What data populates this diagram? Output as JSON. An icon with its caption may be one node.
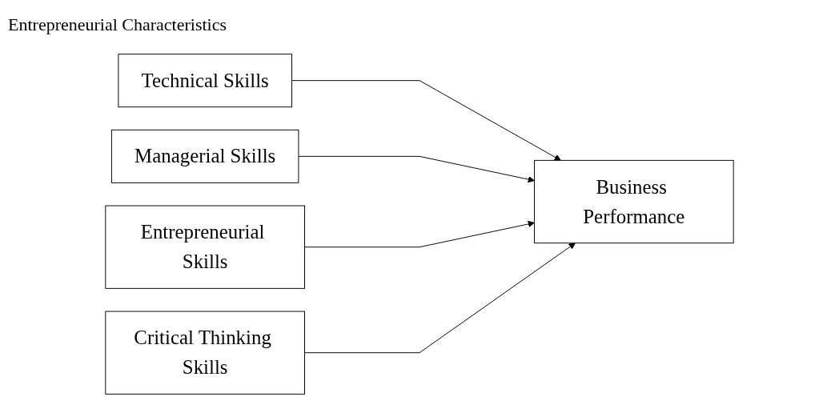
{
  "diagram": {
    "title": "Entrepreneurial Characteristics",
    "nodes": [
      {
        "text": [
          "Technical Skills"
        ]
      },
      {
        "text": [
          "Managerial Skills"
        ]
      },
      {
        "text": [
          "Entrepreneurial Skills"
        ]
      },
      {
        "text": [
          "Critical Thinking Skills"
        ]
      },
      {
        "text": [
          "Business Performance"
        ]
      }
    ],
    "edges": [
      {
        "from": 0,
        "to": 4,
        "arrow": "to"
      },
      {
        "from": 1,
        "to": 4,
        "arrow": "to"
      },
      {
        "from": 2,
        "to": 4,
        "arrow": "to"
      },
      {
        "from": 3,
        "to": 4,
        "arrow": "to"
      }
    ]
  }
}
